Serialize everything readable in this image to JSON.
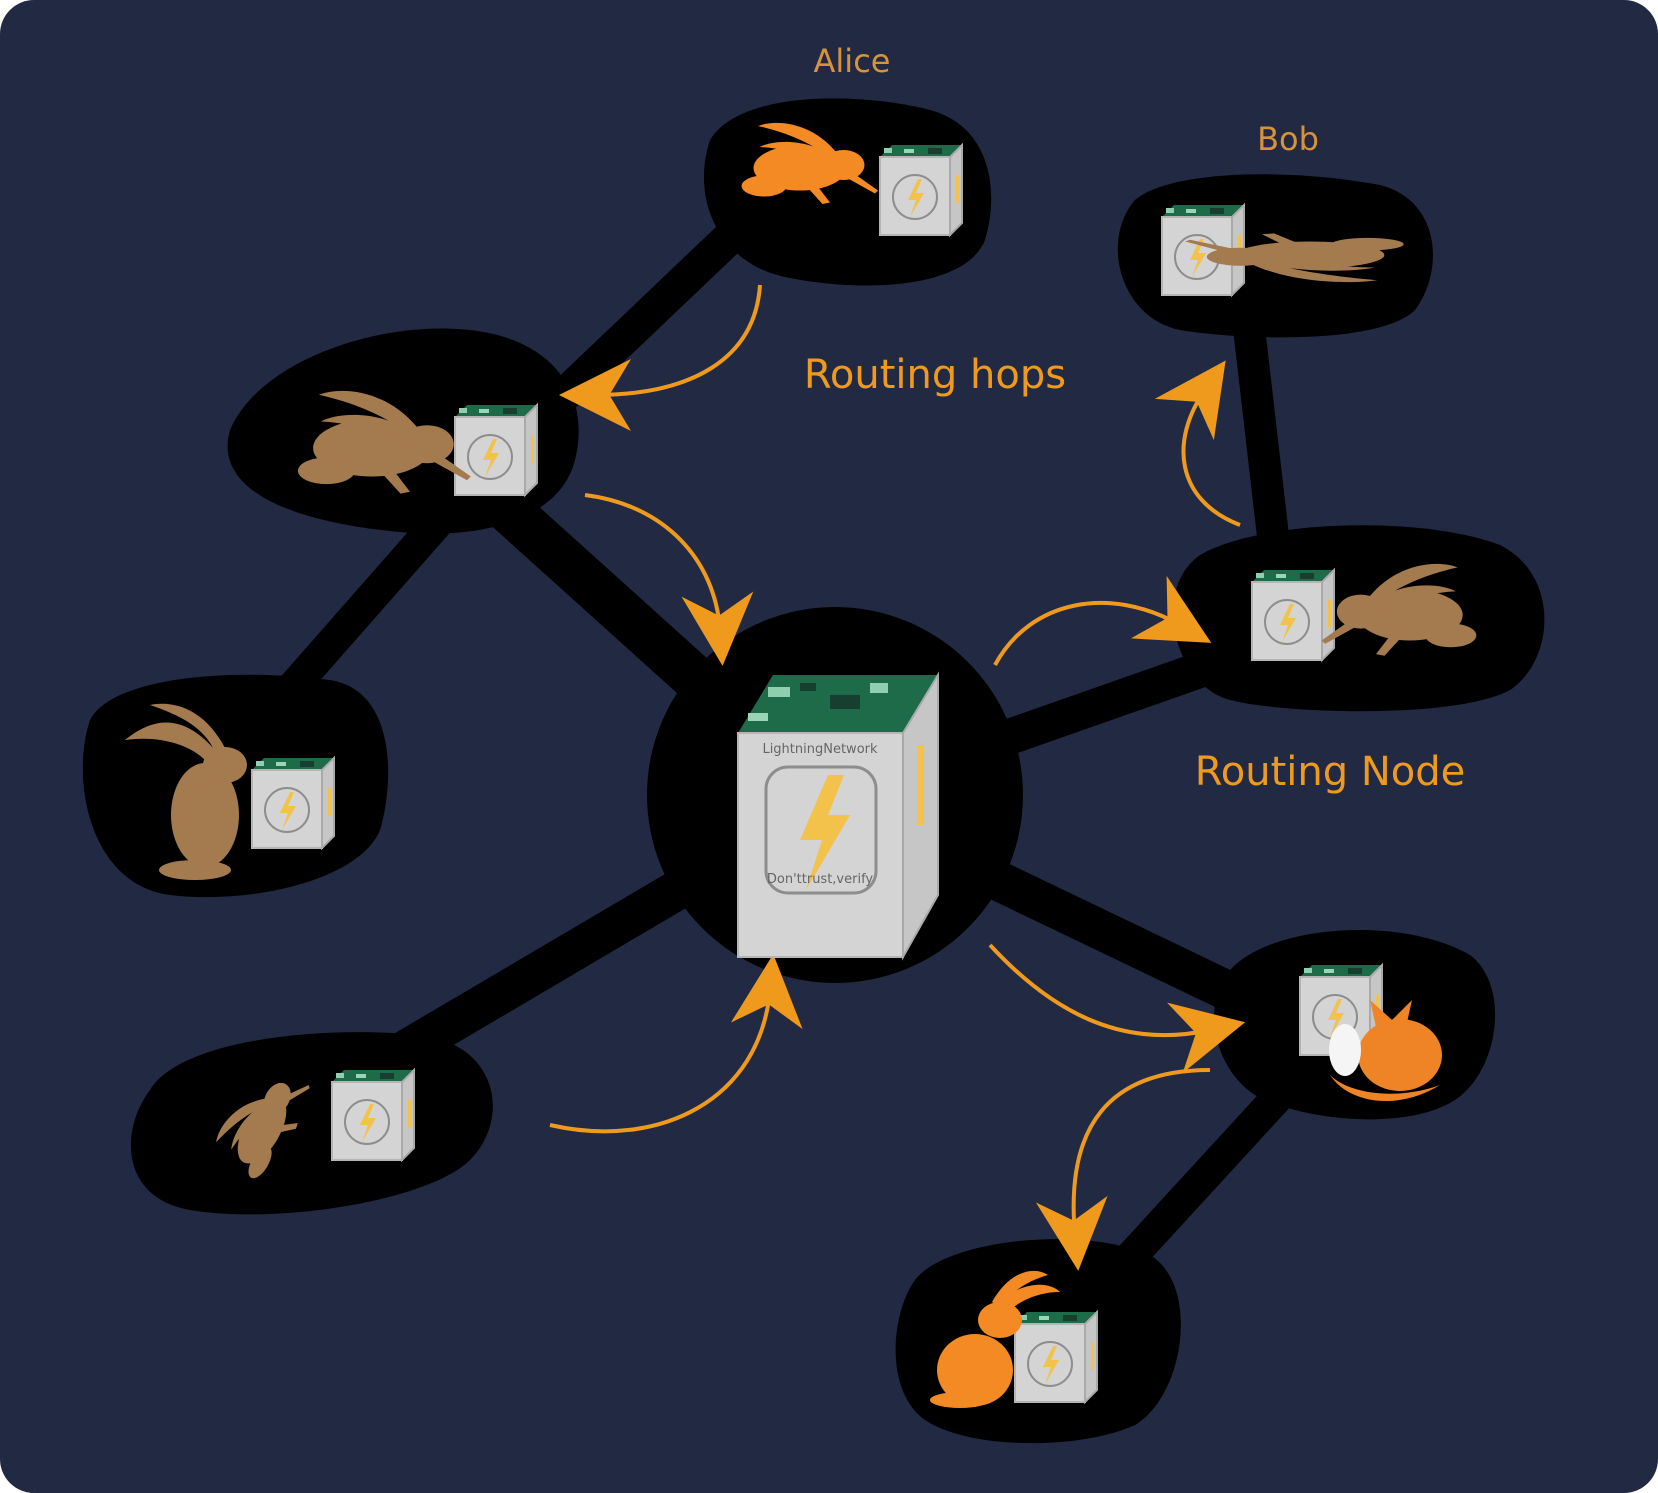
{
  "labels": {
    "alice": "Alice",
    "bob": "Bob",
    "routing_hops": "Routing hops",
    "routing_node": "Routing Node",
    "central_cube_top": "LightningNetwork",
    "central_cube_bottom": "Don'ttrust,verify"
  },
  "colors": {
    "background": "#212a42",
    "blob": "#000000",
    "arrow": "#f09a1d",
    "label": "#f09a1d",
    "hare_orange": "#f38a23",
    "hare_brown": "#a47a4f",
    "fox": "#ef8426",
    "pcb": "#1e6b4a",
    "cube": "#d4d4d4",
    "bolt": "#f2c24a"
  },
  "nodes": [
    {
      "id": "alice",
      "animal": "orange-hare"
    },
    {
      "id": "bob",
      "animal": "brown-hare-running"
    },
    {
      "id": "left-upper",
      "animal": "brown-hare"
    },
    {
      "id": "left-middle",
      "animal": "brown-hare-sitting"
    },
    {
      "id": "left-lower",
      "animal": "brown-hare"
    },
    {
      "id": "right-upper",
      "animal": "brown-hare"
    },
    {
      "id": "right-lower",
      "animal": "fox"
    },
    {
      "id": "bottom",
      "animal": "orange-hare-sitting"
    }
  ]
}
